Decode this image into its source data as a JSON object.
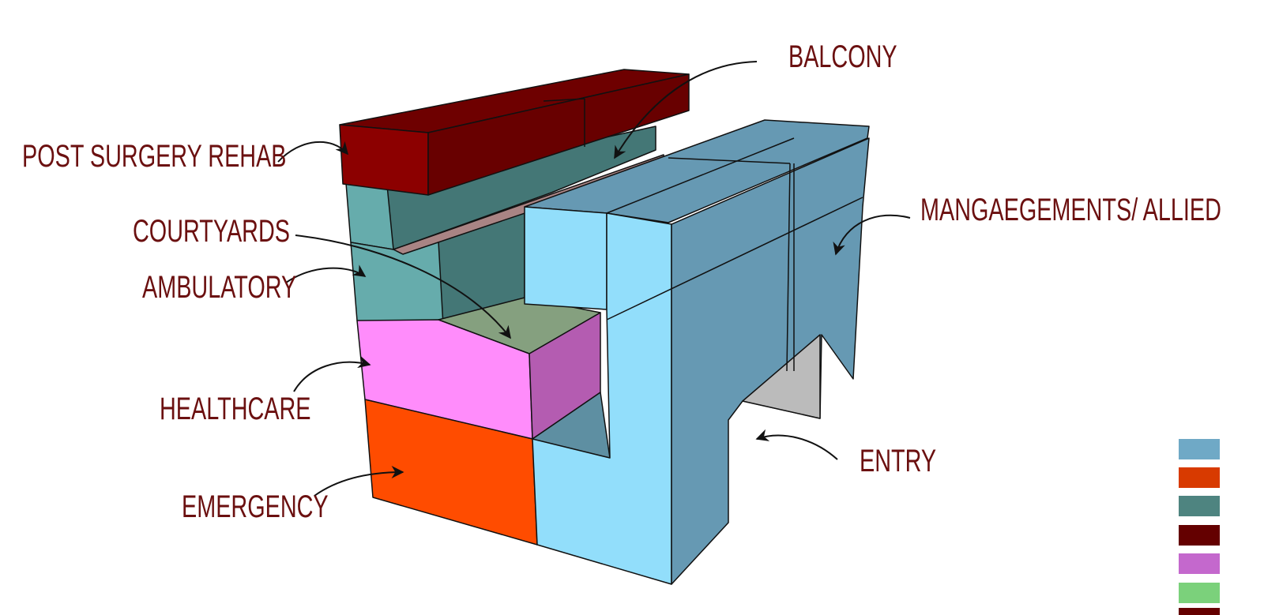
{
  "labels": {
    "balcony": "BALCONY",
    "post_surgery_rehab": "POST SURGERY REHAB",
    "courtyards": "COURTYARDS",
    "ambulatory": "AMBULATORY",
    "healthcare": "HEALTHCARE",
    "emergency": "EMERGENCY",
    "managements_allied": "MANGAEGEMENTS/ ALLIED",
    "entry": "ENTRY"
  },
  "colors": {
    "label_text": "#6b1010",
    "management_blue_light": "#92defb",
    "management_blue_dark": "#6699b3",
    "emergency": "#ff4c00",
    "healthcare_front": "#ff8cfb",
    "healthcare_side": "#b45cb1",
    "ambulatory_front": "#66acac",
    "ambulatory_dark": "#447776",
    "rehab_front": "#8c0000",
    "rehab_top": "#6e0000",
    "courtyard": "#85a07f",
    "balcony_strip": "#a98484",
    "entry_void": "#bbbbbb"
  },
  "legend_swatches": [
    "#6fa9c6",
    "#d83a00",
    "#4e8480",
    "#640000",
    "#c468cd",
    "#7bd17b",
    "#640000"
  ]
}
